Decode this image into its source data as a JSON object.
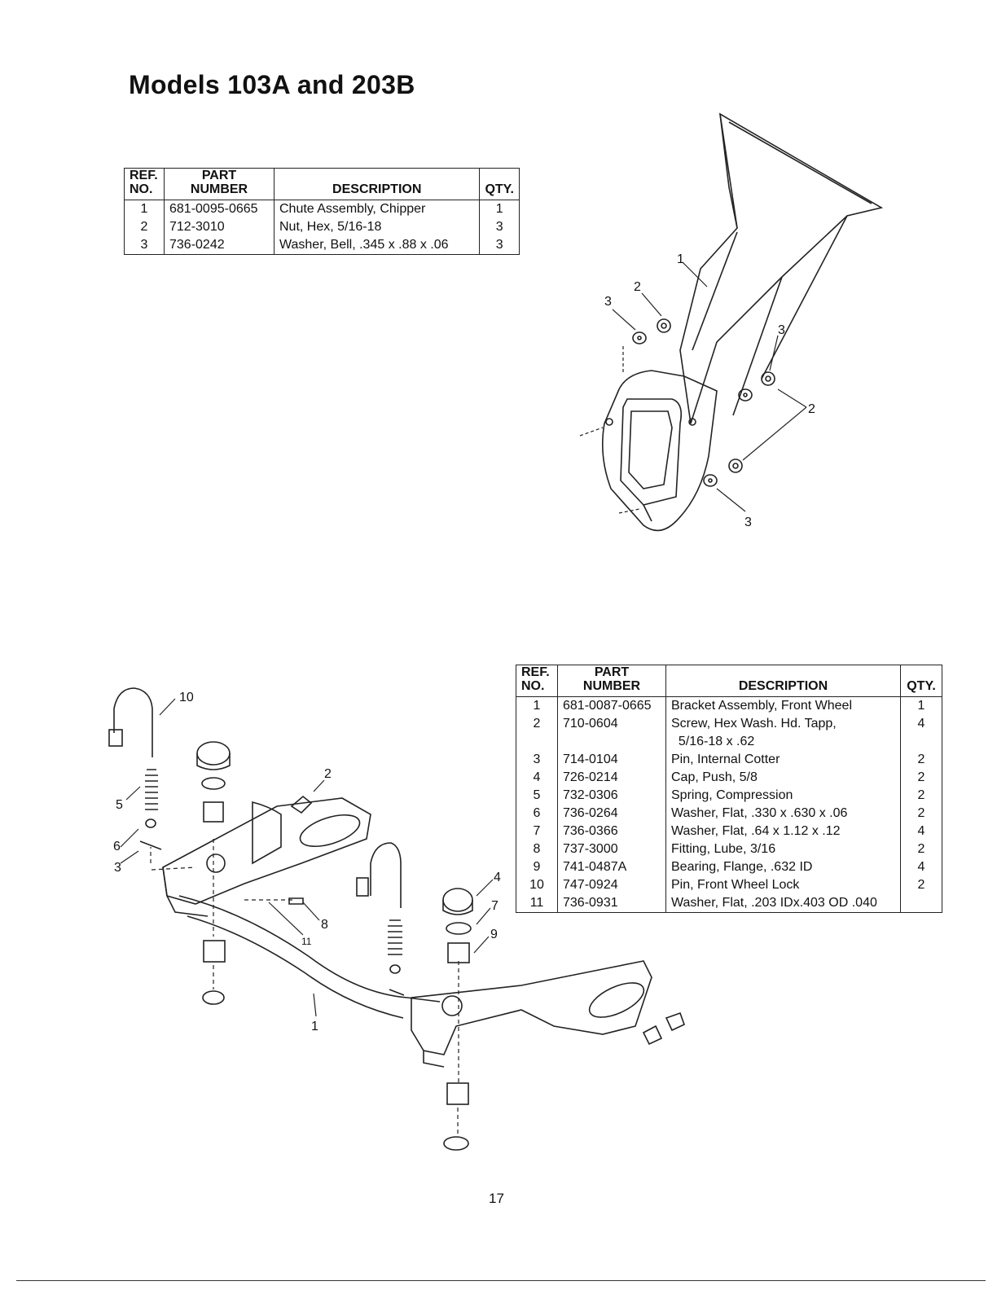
{
  "page_title": "Models 103A and 203B",
  "table1": {
    "headers": {
      "ref": "REF.\nNO.",
      "part": "PART\nNUMBER",
      "desc": "DESCRIPTION",
      "qty": "QTY."
    },
    "rows": [
      {
        "ref": "1",
        "part": "681-0095-0665",
        "desc": "Chute Assembly, Chipper",
        "qty": "1"
      },
      {
        "ref": "2",
        "part": "712-3010",
        "desc": "Nut, Hex, 5/16-18",
        "qty": "3"
      },
      {
        "ref": "3",
        "part": "736-0242",
        "desc": "Washer, Bell, .345 x .88 x .06",
        "qty": "3"
      }
    ]
  },
  "table2": {
    "headers": {
      "ref": "REF.\nNO.",
      "part": "PART\nNUMBER",
      "desc": "DESCRIPTION",
      "qty": "QTY."
    },
    "rows": [
      {
        "ref": "1",
        "part": "681-0087-0665",
        "desc": "Bracket Assembly, Front Wheel",
        "qty": "1"
      },
      {
        "ref": "2",
        "part": "710-0604",
        "desc": "Screw, Hex Wash. Hd. Tapp,\n  5/16-18 x .62",
        "qty": "4"
      },
      {
        "ref": "3",
        "part": "714-0104",
        "desc": "Pin, Internal Cotter",
        "qty": "2"
      },
      {
        "ref": "4",
        "part": "726-0214",
        "desc": "Cap, Push, 5/8",
        "qty": "2"
      },
      {
        "ref": "5",
        "part": "732-0306",
        "desc": "Spring, Compression",
        "qty": "2"
      },
      {
        "ref": "6",
        "part": "736-0264",
        "desc": "Washer, Flat, .330 x .630 x .06",
        "qty": "2"
      },
      {
        "ref": "7",
        "part": "736-0366",
        "desc": "Washer, Flat, .64 x 1.12 x .12",
        "qty": "4"
      },
      {
        "ref": "8",
        "part": "737-3000",
        "desc": "Fitting, Lube, 3/16",
        "qty": "2"
      },
      {
        "ref": "9",
        "part": "741-0487A",
        "desc": "Bearing, Flange, .632 ID",
        "qty": "4"
      },
      {
        "ref": "10",
        "part": "747-0924",
        "desc": "Pin, Front Wheel Lock",
        "qty": "2"
      },
      {
        "ref": "11",
        "part": "736-0931",
        "desc": "Washer, Flat, .203 IDx.403 OD .040",
        "qty": ""
      }
    ]
  },
  "diagram1_labels": {
    "l1": "1",
    "l2a": "2",
    "l3a": "3",
    "l3b": "3",
    "l2b": "2",
    "l3c": "3"
  },
  "diagram2_labels": {
    "l10": "10",
    "l2": "2",
    "l5": "5",
    "l6": "6",
    "l3": "3",
    "l8": "8",
    "l11": "11",
    "l1": "1",
    "l4": "4",
    "l7": "7",
    "l9": "9"
  },
  "page_number": "17"
}
